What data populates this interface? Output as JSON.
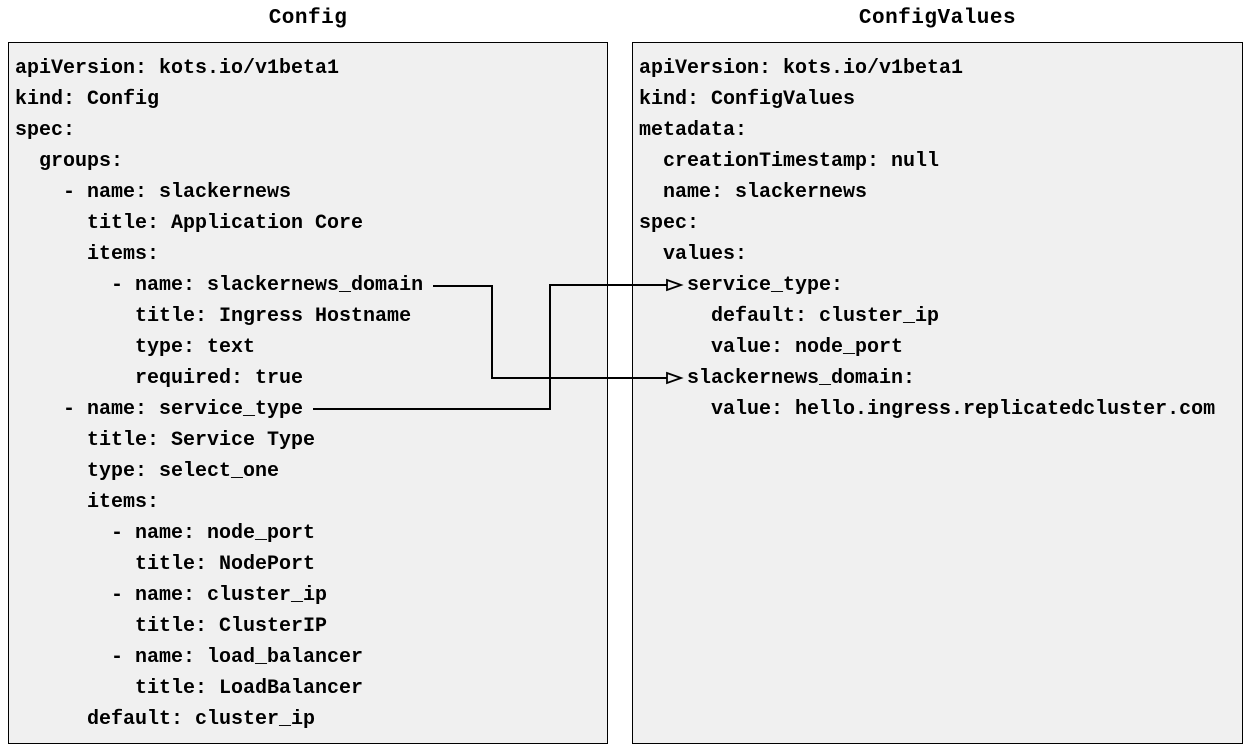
{
  "diagram": {
    "left_panel": {
      "title": "Config",
      "lines": [
        "apiVersion: kots.io/v1beta1",
        "kind: Config",
        "spec:",
        "  groups:",
        "    - name: slackernews",
        "      title: Application Core",
        "      items:",
        "        - name: slackernews_domain",
        "          title: Ingress Hostname",
        "          type: text",
        "          required: true",
        "    - name: service_type",
        "      title: Service Type",
        "      type: select_one",
        "      items:",
        "        - name: node_port",
        "          title: NodePort",
        "        - name: cluster_ip",
        "          title: ClusterIP",
        "        - name: load_balancer",
        "          title: LoadBalancer",
        "      default: cluster_ip"
      ]
    },
    "right_panel": {
      "title": "ConfigValues",
      "lines": [
        "apiVersion: kots.io/v1beta1",
        "kind: ConfigValues",
        "metadata:",
        "  creationTimestamp: null",
        "  name: slackernews",
        "spec:",
        "  values:",
        "    service_type:",
        "      default: cluster_ip",
        "      value: node_port",
        "    slackernews_domain:",
        "      value: hello.ingress.replicatedcluster.com"
      ]
    },
    "connections": [
      {
        "from": "slackernews_domain",
        "to": "slackernews_domain"
      },
      {
        "from": "service_type",
        "to": "service_type"
      }
    ],
    "colors": {
      "page_background": "#ffffff",
      "panel_background": "#f0f0f0",
      "panel_border": "#000000",
      "text": "#000000",
      "connector": "#000000"
    }
  }
}
